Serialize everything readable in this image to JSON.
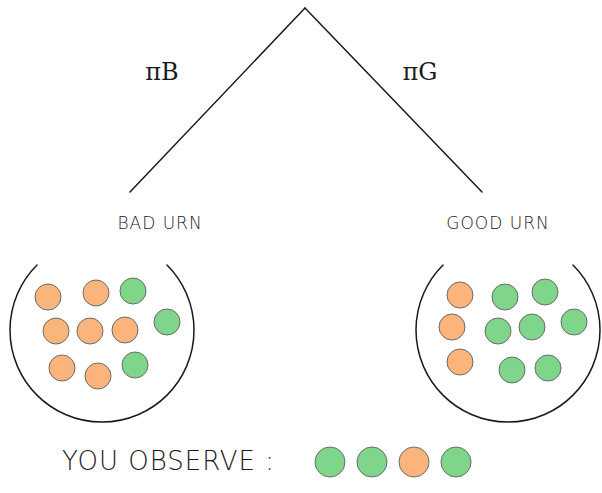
{
  "diagram": {
    "nodes": [
      {
        "text": [
          "BAD URN"
        ]
      },
      {
        "text": [
          "GOOD URN"
        ]
      }
    ],
    "labels": [
      "πB",
      "πG",
      "YOU OBSERVE :"
    ]
  }
}
